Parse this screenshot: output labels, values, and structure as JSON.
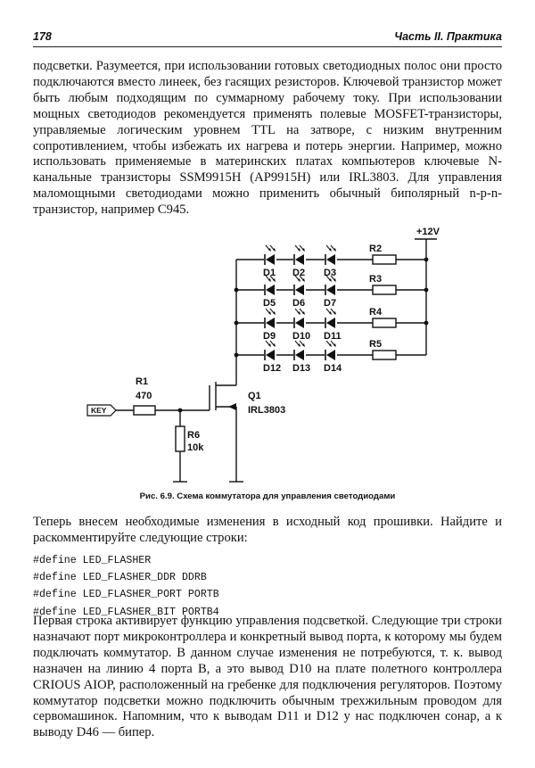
{
  "header": {
    "page_number": "178",
    "part_title": "Часть II. Практика"
  },
  "paragraph1": "подсветки. Разумеется, при использовании готовых светодиодных полос они просто подключаются вместо линеек, без гасящих резисторов. Ключевой транзистор может быть любым подходящим по суммарному рабочему току. При использовании мощных светодиодов рекомендуется применять полевые MOSFET-транзисторы, управляемые логическим уровнем TTL на затворе, с низким внутренним сопротивлением, чтобы избежать их нагрева и потерь энергии. Например, можно использовать применяемые в материнских платах компьютеров ключевые N-канальные транзисторы SSM9915H (AP9915H) или IRL3803. Для управления маломощными светодиодами можно применить обычный биполярный n-p-n-транзистор, например C945.",
  "schematic": {
    "supply": "+12V",
    "input": "KEY",
    "r1_name": "R1",
    "r1_value": "470",
    "r6_name": "R6",
    "r6_value": "10k",
    "q1_name": "Q1",
    "q1_part": "IRL3803",
    "rows": [
      {
        "leds": [
          "D1",
          "D2",
          "D3"
        ],
        "resistor": "R2"
      },
      {
        "leds": [
          "D5",
          "D6",
          "D7"
        ],
        "resistor": "R3"
      },
      {
        "leds": [
          "D9",
          "D10",
          "D11"
        ],
        "resistor": "R4"
      },
      {
        "leds": [
          "D12",
          "D13",
          "D14"
        ],
        "resistor": "R5"
      }
    ]
  },
  "caption": "Рис. 6.9. Схема коммутатора для управления светодиодами",
  "paragraph2": "Теперь внесем необходимые изменения в исходный код прошивки. Найдите и раскомментируйте следующие строки:",
  "code_lines": [
    "#define LED_FLASHER",
    "#define LED_FLASHER_DDR DDRB",
    "#define LED_FLASHER_PORT PORTB",
    "#define LED_FLASHER_BIT PORTB4"
  ],
  "paragraph3": "Первая строка активирует функцию управления подсветкой. Следующие три строки назначают порт микроконтроллера и конкретный вывод порта, к которому мы будем подключать коммутатор. В данном случае изменения не потребуются, т. к. вывод назначен на линию 4 порта B, а это вывод D10 на плате полетного контроллера CRIOUS AIOP, расположенный на гребенке для подключения регуляторов. Поэтому коммутатор подсветки можно подключить обычным трехжильным проводом для сервомашинок. Напомним, что к выводам D11 и D12 у нас подключен сонар, а к выводу D46 — бипер."
}
